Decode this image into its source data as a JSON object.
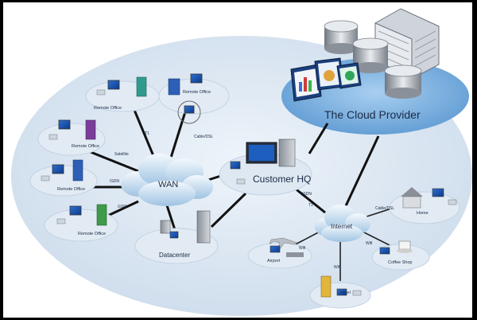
{
  "nodes": {
    "cloud_provider": "The Cloud Provider",
    "wan": "WAN",
    "customer_hq": "Customer HQ",
    "internet": "Internet",
    "datacenter": "Datacenter",
    "remote_office": "Remote Office",
    "home": "Home",
    "coffee_shop": "Coffee Shop",
    "hotel": "Hotel",
    "airport": "Airport"
  },
  "links": {
    "t1_top": "T1",
    "cable_dsl_top": "Cable/DSL",
    "satellite": "Satellite",
    "isdn": "ISDN",
    "gsm": "GSM",
    "t1_hq": "T1",
    "isdn_hq": "ISDN",
    "cable_dsl_home": "Cable/DSL",
    "wifi_airport": "Wifi",
    "wifi_coffee": "Wifi",
    "wifi_hotel": "Wifi"
  },
  "colors": {
    "ellipse": "#d7e4f1",
    "cloud_platter": "#7fb2e0",
    "wan_cloud": "#cfe3f3",
    "link": "#121212"
  }
}
